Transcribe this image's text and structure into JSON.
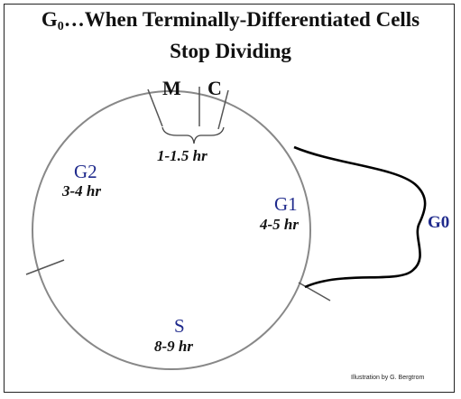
{
  "title": {
    "prefix": "G",
    "subscript": "0",
    "line1_rest": "…When Terminally-Differentiated Cells",
    "line2": "Stop Dividing"
  },
  "phases": {
    "m": "M",
    "c": "C",
    "mc_duration": "1-1.5 hr",
    "g1": "G1",
    "g1_duration": "4-5 hr",
    "s": "S",
    "s_duration": "8-9 hr",
    "g2": "G2",
    "g2_duration": "3-4 hr",
    "g0": "G0"
  },
  "credit": "Illustration by G. Bergtrom",
  "colors": {
    "phase_text": "#1f2a8c",
    "circle_stroke": "#888888",
    "loop_stroke": "#000000"
  }
}
